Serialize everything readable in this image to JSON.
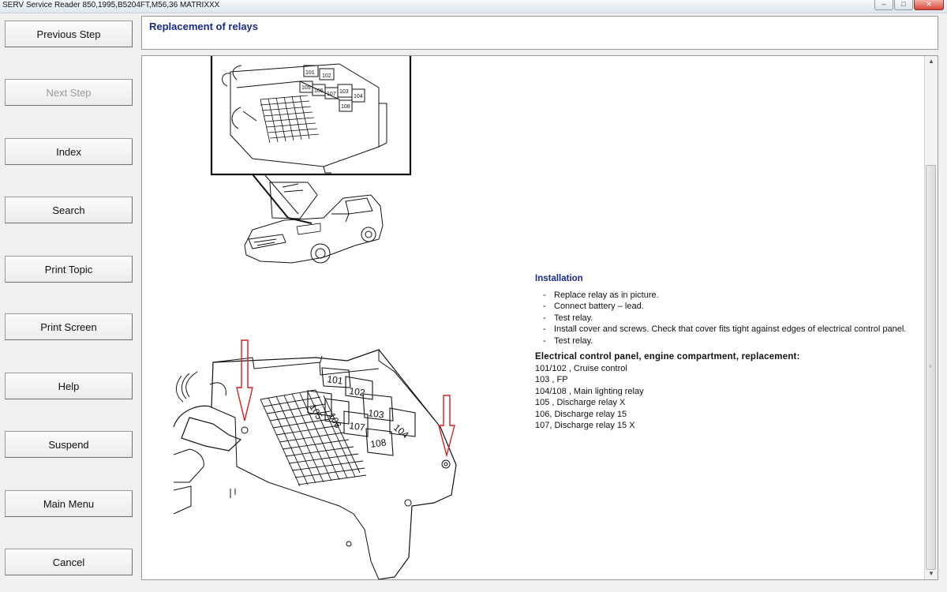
{
  "window": {
    "title": "SERV Service Reader 850,1995,B5204FT,M56,36 MATRIXXX",
    "minimize": "–",
    "maximize": "□",
    "close": "✕"
  },
  "nav": {
    "previous_step": "Previous Step",
    "next_step": "Next Step",
    "index": "Index",
    "search": "Search",
    "print_topic": "Print Topic",
    "print_screen": "Print Screen",
    "help": "Help",
    "suspend": "Suspend",
    "main_menu": "Main Menu",
    "cancel": "Cancel"
  },
  "header": {
    "title": "Replacement of relays"
  },
  "content": {
    "section_title": "Installation",
    "steps": [
      "Replace relay as in picture.",
      "Connect battery – lead.",
      "Test relay.",
      "Install cover and screws. Check that cover fits tight against edges of electrical control panel.",
      "Test relay."
    ],
    "step_dash": "-",
    "relay_heading": "Electrical control panel, engine compartment, replacement:",
    "relays": [
      "101/102 , Cruise control",
      "103 , FP",
      "104/108 , Main lighting relay",
      "105 , Discharge relay X",
      "106, Discharge relay 15",
      "107, Discharge relay 15 X"
    ]
  },
  "illustration": {
    "top_relay_labels": [
      "101",
      "102",
      "105",
      "106",
      "107",
      "103",
      "104",
      "108"
    ],
    "bottom_relay_labels": [
      "101",
      "102",
      "105",
      "106",
      "107",
      "103",
      "104",
      "108"
    ],
    "arrow_color": "#d22020"
  },
  "colors": {
    "heading_blue": "#1a2a8a",
    "panel_bg": "#ffffff",
    "window_bg": "#f0f0f0"
  }
}
